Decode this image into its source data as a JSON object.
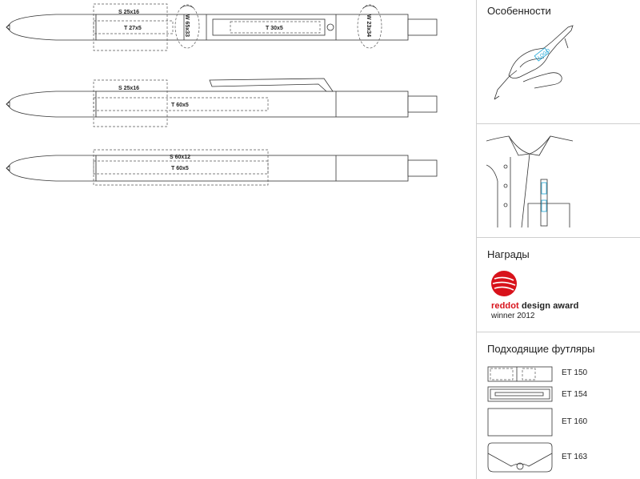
{
  "pens": [
    {
      "labels": {
        "s_top": "S 25x16",
        "t_left": "T 27x5",
        "w_left": "W 65x33",
        "t_clip": "T 30x5",
        "w_right": "W 23x34"
      }
    },
    {
      "labels": {
        "s_top": "S 25x16",
        "t_body": "T 60x5"
      }
    },
    {
      "labels": {
        "s_top": "S 60x12",
        "t_body": "T 60x5"
      }
    }
  ],
  "features": {
    "title": "Особенности",
    "logo_text": "LOGO",
    "icons": [
      "hand-writing-icon",
      "shirt-pocket-icon"
    ]
  },
  "awards": {
    "title": "Награды",
    "award_red": "reddot",
    "award_rest": " design award",
    "award_winner": "winner 2012",
    "icon": "reddot-logo-icon"
  },
  "cases": {
    "title": "Подходящие футляры",
    "items": [
      {
        "label": "ET 150",
        "icon": "case-et150-icon"
      },
      {
        "label": "ET 154",
        "icon": "case-et154-icon"
      },
      {
        "label": "ET 160",
        "icon": "case-et160-icon"
      },
      {
        "label": "ET 163",
        "icon": "case-et163-icon"
      }
    ]
  }
}
